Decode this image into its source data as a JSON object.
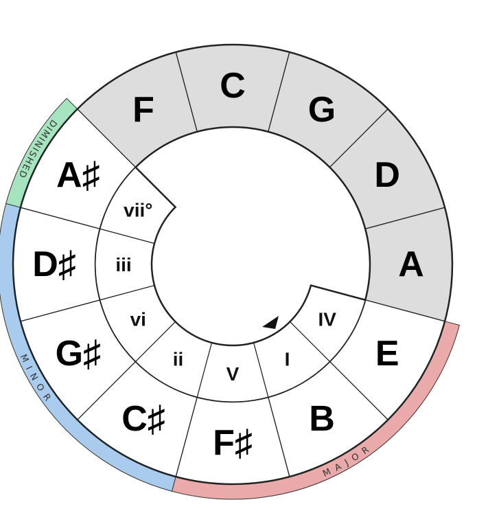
{
  "colors": {
    "highlight_fill": "#dddddd",
    "plain_fill": "#ffffff",
    "stroke": "#222222",
    "diminished_band": "#a6e3bf",
    "minor_band": "#a9ccee",
    "major_band": "#eaaaaa"
  },
  "notes": [
    {
      "name": "C",
      "highlighted": true
    },
    {
      "name": "G",
      "highlighted": true
    },
    {
      "name": "D",
      "highlighted": true
    },
    {
      "name": "A",
      "highlighted": true
    },
    {
      "name": "E",
      "highlighted": false
    },
    {
      "name": "B",
      "highlighted": false
    },
    {
      "name": "F♯",
      "highlighted": false
    },
    {
      "name": "C♯",
      "highlighted": false
    },
    {
      "name": "G♯",
      "highlighted": false
    },
    {
      "name": "D♯",
      "highlighted": false
    },
    {
      "name": "A♯",
      "highlighted": false
    },
    {
      "name": "F",
      "highlighted": true
    }
  ],
  "degrees": [
    {
      "numeral": "IV"
    },
    {
      "numeral": "I"
    },
    {
      "numeral": "V"
    },
    {
      "numeral": "ii"
    },
    {
      "numeral": "vi"
    },
    {
      "numeral": "iii"
    },
    {
      "numeral": "vii°"
    }
  ],
  "groups": [
    {
      "label": "DIMINISHED",
      "color_key": "diminished_band"
    },
    {
      "label": "MINOR",
      "color_key": "minor_band"
    },
    {
      "label": "MAJOR",
      "color_key": "major_band"
    }
  ],
  "rotation_arrow": "triangle-arrow-icon"
}
